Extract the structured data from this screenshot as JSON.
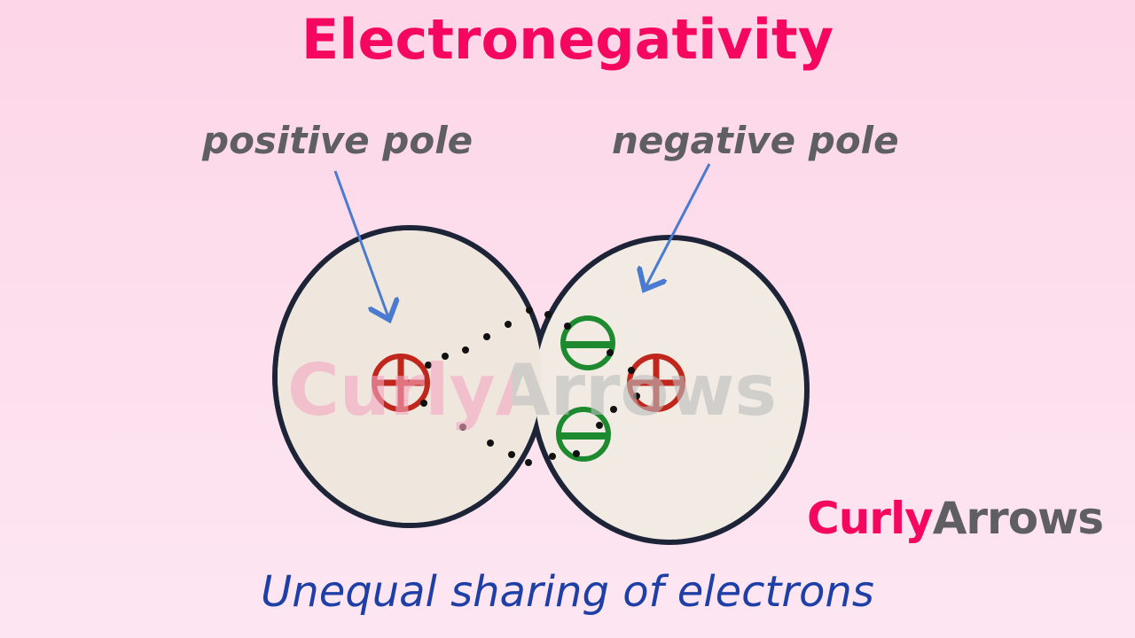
{
  "title": "Electronegativity",
  "labels": {
    "positive": "positive pole",
    "negative": "negative pole"
  },
  "caption": "Unequal sharing of electrons",
  "logo": {
    "part1": "Curly",
    "part2": "Arrows",
    "watermark": "CurlyArrows"
  },
  "colors": {
    "title": "#f5075f",
    "label": "#5f5f63",
    "caption": "#1e3fa6",
    "arrow": "#4a7bd0",
    "positive": "#c0261b",
    "negative": "#1d8a2f",
    "outline": "#1e2438"
  }
}
